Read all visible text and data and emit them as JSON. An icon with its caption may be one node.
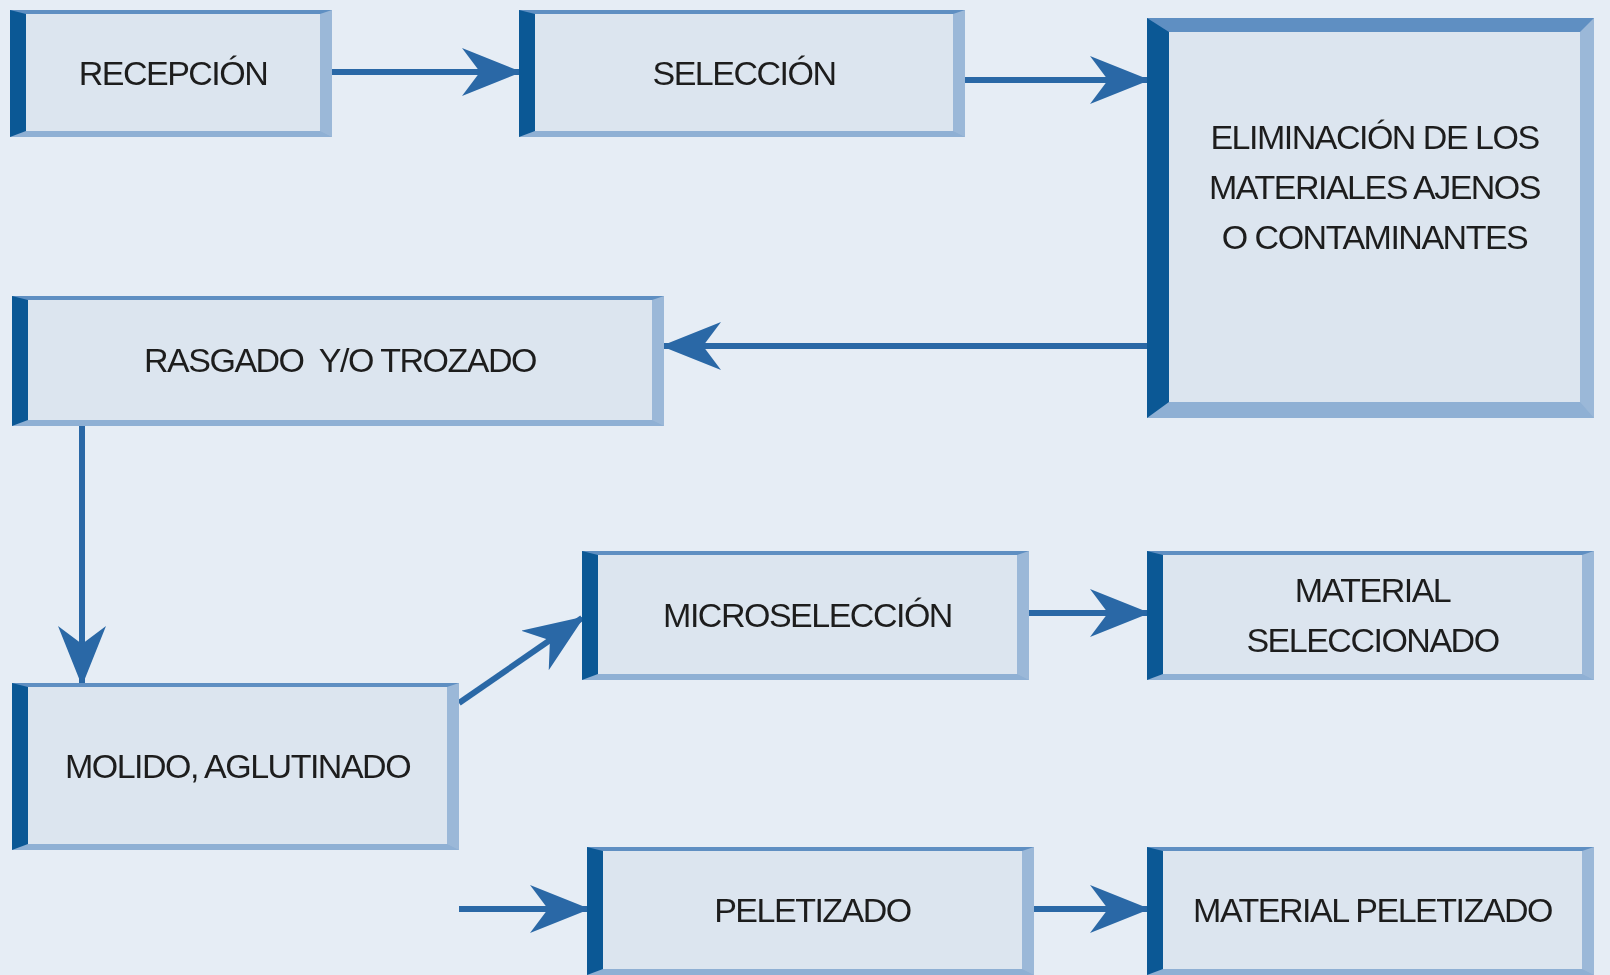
{
  "diagram": {
    "nodes": [
      {
        "text": [
          "RECEPCIÓN"
        ]
      },
      {
        "text": [
          "SELECCIÓN"
        ]
      },
      {
        "text": [
          "ELIMINACIÓN DE LOS MATERIALES AJENOS O CONTAMINANTES"
        ]
      },
      {
        "text": [
          "RASGADO  Y/O TROZADO"
        ]
      },
      {
        "text": [
          "MOLIDO, AGLUTINADO"
        ]
      },
      {
        "text": [
          "MICROSELECCIÓN"
        ]
      },
      {
        "text": [
          "MATERIAL SELECCIONADO"
        ]
      },
      {
        "text": [
          "PELETIZADO"
        ]
      },
      {
        "text": [
          "MATERIAL PELETIZADO"
        ]
      }
    ],
    "edges": [
      {
        "from": 0,
        "to": 1,
        "arrow": "to"
      },
      {
        "from": 1,
        "to": 2,
        "arrow": "to"
      },
      {
        "from": 2,
        "to": 3,
        "arrow": "to"
      },
      {
        "from": 3,
        "to": 4,
        "arrow": "to"
      },
      {
        "from": 4,
        "to": 5,
        "arrow": "to"
      },
      {
        "from": 4,
        "to": 7,
        "arrow": "to"
      },
      {
        "from": 5,
        "to": 6,
        "arrow": "to"
      },
      {
        "from": 7,
        "to": 8,
        "arrow": "to"
      }
    ]
  }
}
